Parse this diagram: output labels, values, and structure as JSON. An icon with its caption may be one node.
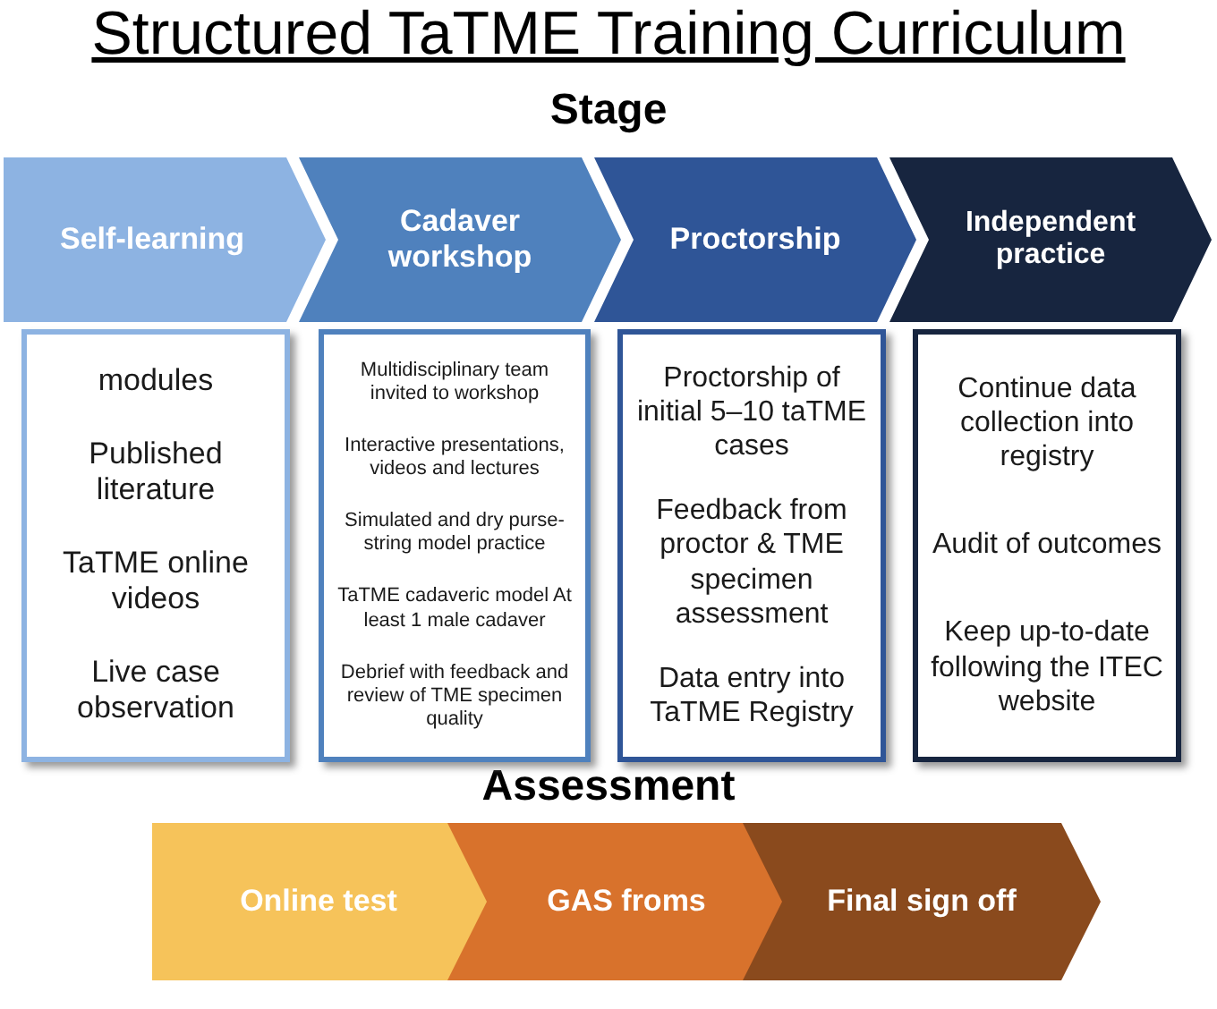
{
  "diagram": {
    "title": "Structured TaTME Training Curriculum",
    "nodes": [
      {
        "text": [
          "Self-learning"
        ]
      },
      {
        "text": [
          "Cadaver workshop"
        ]
      },
      {
        "text": [
          "Proctorship"
        ]
      },
      {
        "text": [
          "Independent practice"
        ]
      },
      {
        "text": [
          "modules",
          "Published literature",
          "TaTME online videos",
          "Live case observation"
        ]
      },
      {
        "text": [
          "Multidisciplinary team invited to workshop",
          "Interactive presentations, videos and lectures",
          "Simulated and dry purse-string model practice",
          "TaTME cadaveric model At least 1 male cadaver",
          "Debrief with feedback and review of TME specimen quality"
        ]
      },
      {
        "text": [
          "Proctorship of initial 5–10 taTME cases",
          "Feedback from proctor & TME specimen assessment",
          "Data entry into TaTME Registry"
        ]
      },
      {
        "text": [
          "Continue data collection into registry",
          "Audit of outcomes",
          "Keep up-to-date following the ITEC website"
        ]
      },
      {
        "text": [
          "Online test"
        ]
      },
      {
        "text": [
          "GAS froms"
        ]
      },
      {
        "text": [
          "Final sign off"
        ]
      }
    ],
    "labels": [
      "Stage",
      "Assessment"
    ]
  }
}
